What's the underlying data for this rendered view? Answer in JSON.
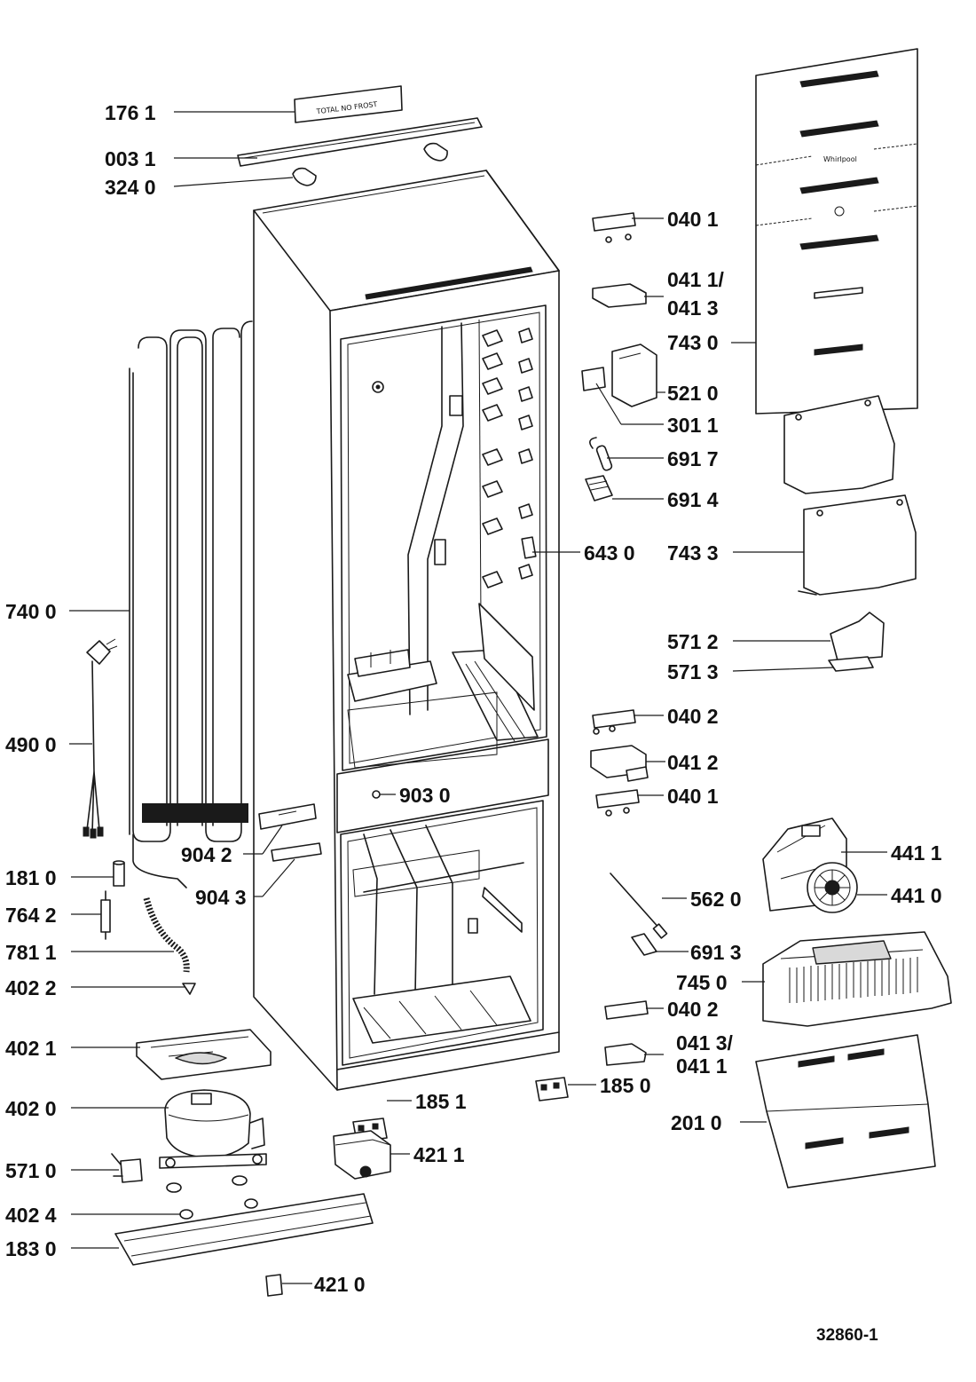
{
  "diagram": {
    "drawing_number": "32860-1",
    "top_label_text": "TOTAL NO FROST",
    "door_logo_text": "Whirlpool",
    "callouts": [
      {
        "id": "c-176-1",
        "text": "176 1"
      },
      {
        "id": "c-003-1",
        "text": "003 1"
      },
      {
        "id": "c-324-0",
        "text": "324 0"
      },
      {
        "id": "c-040-1a",
        "text": "040 1"
      },
      {
        "id": "c-041-1",
        "text": "041 1/"
      },
      {
        "id": "c-041-3",
        "text": "041 3"
      },
      {
        "id": "c-743-0",
        "text": "743 0"
      },
      {
        "id": "c-521-0",
        "text": "521 0"
      },
      {
        "id": "c-301-1",
        "text": "301 1"
      },
      {
        "id": "c-691-7",
        "text": "691 7"
      },
      {
        "id": "c-691-4",
        "text": "691 4"
      },
      {
        "id": "c-643-0",
        "text": "643 0"
      },
      {
        "id": "c-743-3",
        "text": "743 3"
      },
      {
        "id": "c-740-0",
        "text": "740 0"
      },
      {
        "id": "c-571-2",
        "text": "571 2"
      },
      {
        "id": "c-571-3",
        "text": "571 3"
      },
      {
        "id": "c-490-0",
        "text": "490 0"
      },
      {
        "id": "c-040-2a",
        "text": "040 2"
      },
      {
        "id": "c-041-2",
        "text": "041 2"
      },
      {
        "id": "c-903-0",
        "text": "903 0"
      },
      {
        "id": "c-040-1b",
        "text": "040 1"
      },
      {
        "id": "c-904-2",
        "text": "904 2"
      },
      {
        "id": "c-441-1",
        "text": "441 1"
      },
      {
        "id": "c-181-0",
        "text": "181 0"
      },
      {
        "id": "c-904-3",
        "text": "904 3"
      },
      {
        "id": "c-562-0",
        "text": "562 0"
      },
      {
        "id": "c-441-0",
        "text": "441 0"
      },
      {
        "id": "c-764-2",
        "text": "764 2"
      },
      {
        "id": "c-781-1",
        "text": "781 1"
      },
      {
        "id": "c-691-3",
        "text": "691 3"
      },
      {
        "id": "c-745-0",
        "text": "745 0"
      },
      {
        "id": "c-402-2",
        "text": "402 2"
      },
      {
        "id": "c-040-2b",
        "text": "040 2"
      },
      {
        "id": "c-402-1",
        "text": "402 1"
      },
      {
        "id": "c-041-3b",
        "text": "041 3/"
      },
      {
        "id": "c-041-1b",
        "text": "041 1"
      },
      {
        "id": "c-185-1",
        "text": "185 1"
      },
      {
        "id": "c-185-0",
        "text": "185 0"
      },
      {
        "id": "c-402-0",
        "text": "402 0"
      },
      {
        "id": "c-201-0",
        "text": "201 0"
      },
      {
        "id": "c-421-1",
        "text": "421 1"
      },
      {
        "id": "c-571-0",
        "text": "571 0"
      },
      {
        "id": "c-402-4",
        "text": "402 4"
      },
      {
        "id": "c-183-0",
        "text": "183 0"
      },
      {
        "id": "c-421-0",
        "text": "421 0"
      }
    ]
  }
}
